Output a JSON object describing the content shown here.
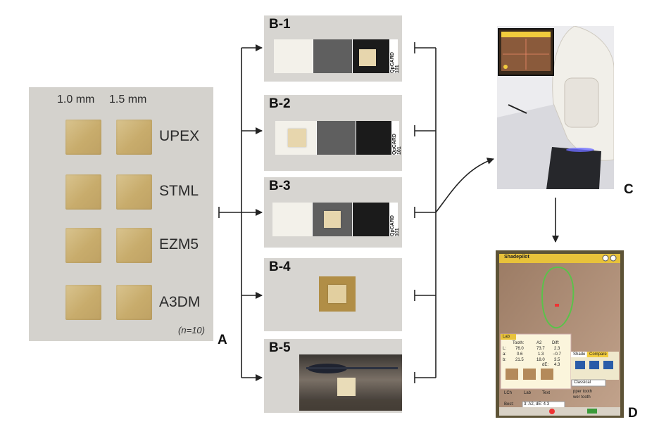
{
  "panelA": {
    "label": "A",
    "col_headers": [
      "1.0 mm",
      "1.5 mm"
    ],
    "materials": [
      "UPEX",
      "STML",
      "EZM5",
      "A3DM"
    ],
    "note": "(n=10)"
  },
  "panelB": [
    {
      "label": "B-1",
      "card_text": "QpCARD 101"
    },
    {
      "label": "B-2",
      "card_text": "QpCARD 101"
    },
    {
      "label": "B-3",
      "card_text": "QpCARD 101"
    },
    {
      "label": "B-4"
    },
    {
      "label": "B-5"
    }
  ],
  "panelC": {
    "label": "C"
  },
  "panelD": {
    "label": "D",
    "screen": {
      "app_title": "Shadepilot",
      "table_tab": "Lab",
      "headers": [
        "Tooth:",
        "A2",
        "Diff:"
      ],
      "rows": [
        {
          "name": "L:",
          "tooth": "76.0",
          "ref": "73.7",
          "diff": "2.3"
        },
        {
          "name": "a:",
          "tooth": "0.6",
          "ref": "1.3",
          "diff": "−0.7"
        },
        {
          "name": "b:",
          "tooth": "21.5",
          "ref": "18.0",
          "diff": "3.5"
        }
      ],
      "de_label": "dE:",
      "de_value": "4.3",
      "tabs": [
        "Shade",
        "Compare"
      ],
      "guide": "Classical",
      "radio": [
        "LCh",
        "Lab",
        "Text"
      ],
      "best_label": "Best:",
      "best_value": "3: A2, dE: 4.3",
      "options": [
        "pper tooth",
        "wer tooth"
      ]
    }
  },
  "colors": {
    "panel_bg": "#d4d2cd",
    "sample": "#cdb273",
    "outline_green": "#4caf50",
    "screen_yellow": "#f2cc3d"
  }
}
